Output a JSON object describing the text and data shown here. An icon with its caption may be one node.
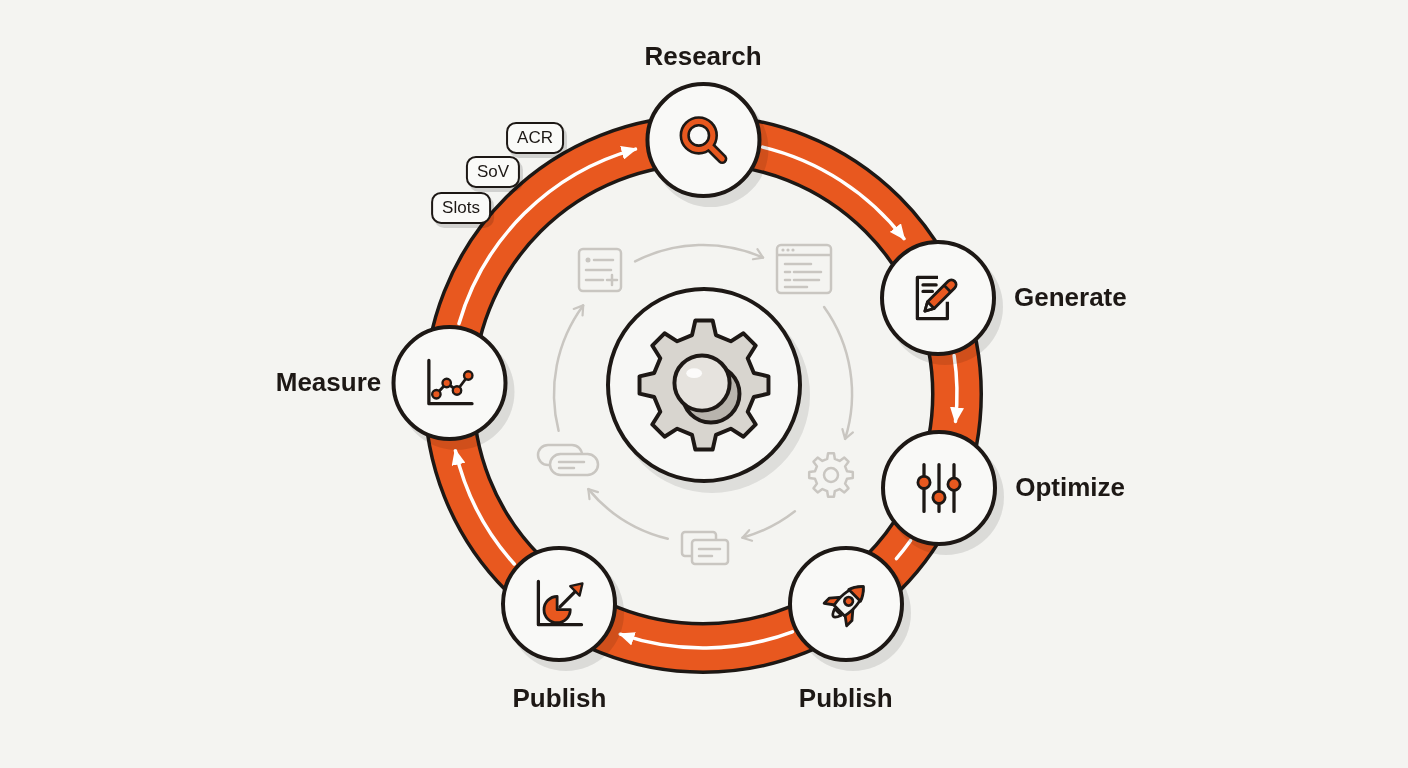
{
  "diagram": {
    "nodes": [
      {
        "text": [
          "Research"
        ]
      },
      {
        "text": [
          "Generate"
        ]
      },
      {
        "text": [
          "Optimize"
        ]
      },
      {
        "text": [
          "Publish"
        ]
      },
      {
        "text": [
          "Publish"
        ]
      },
      {
        "text": [
          "Measure"
        ]
      },
      {
        "text": [
          "ACR"
        ]
      },
      {
        "text": [
          "SoV"
        ]
      },
      {
        "text": [
          "Slots"
        ]
      },
      {
        "text": [],
        "shape": "circle"
      },
      {
        "text": [],
        "shape": "picture"
      },
      {
        "text": [],
        "shape": "picture"
      },
      {
        "text": [],
        "shape": "picture"
      },
      {
        "text": [],
        "shape": "picture"
      },
      {
        "text": [],
        "shape": "picture"
      }
    ],
    "edges": [
      {
        "from": 5,
        "to": 0,
        "arrow": "to"
      },
      {
        "from": 0,
        "to": 1,
        "arrow": "to"
      },
      {
        "from": 1,
        "to": 2,
        "arrow": "to"
      },
      {
        "from": 2,
        "to": 3,
        "arrow": "none"
      },
      {
        "from": 3,
        "to": 4,
        "arrow": "to"
      },
      {
        "from": 4,
        "to": 5,
        "arrow": "to"
      },
      {
        "from": 10,
        "to": 11,
        "arrow": "to",
        "color": "#c9c6c1"
      },
      {
        "from": 11,
        "to": 13,
        "arrow": "to",
        "color": "#c9c6c1"
      },
      {
        "from": 13,
        "to": 14,
        "arrow": "to",
        "color": "#c9c6c1"
      },
      {
        "from": 14,
        "to": 12,
        "arrow": "to",
        "color": "#c9c6c1"
      },
      {
        "from": 12,
        "to": 10,
        "arrow": "to",
        "color": "#c9c6c1"
      }
    ]
  }
}
